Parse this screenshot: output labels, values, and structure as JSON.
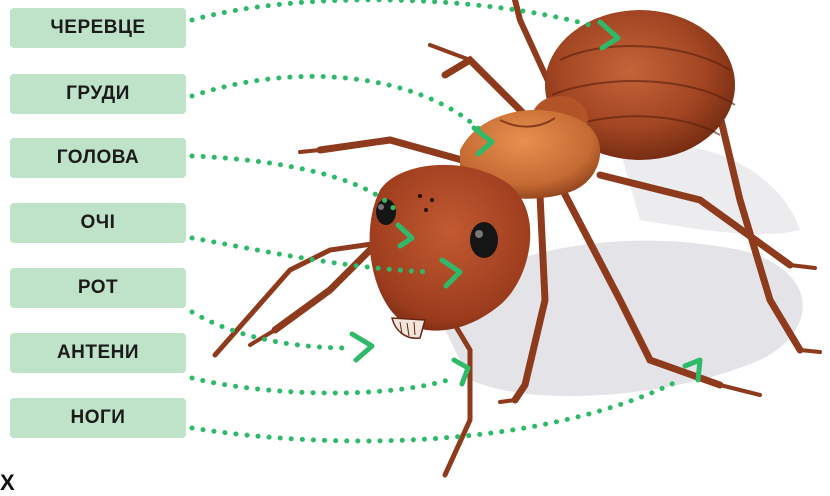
{
  "labels": [
    {
      "id": "abdomen",
      "text": "ЧЕРЕВЦЕ"
    },
    {
      "id": "thorax",
      "text": "ГРУДИ"
    },
    {
      "id": "head",
      "text": "ГОЛОВА"
    },
    {
      "id": "eyes",
      "text": "ОЧІ"
    },
    {
      "id": "mouth",
      "text": "РОТ"
    },
    {
      "id": "antennae",
      "text": "АНТЕНИ"
    },
    {
      "id": "legs",
      "text": "НОГИ"
    }
  ],
  "colors": {
    "label_bg": "#bfe3c9",
    "pointer": "#2fba6a",
    "ant_body": "#b5522a",
    "ant_dark": "#7a2c14",
    "ant_light": "#d97a3e",
    "shadow": "#e3e3e6"
  },
  "footer_glyph": "Х"
}
